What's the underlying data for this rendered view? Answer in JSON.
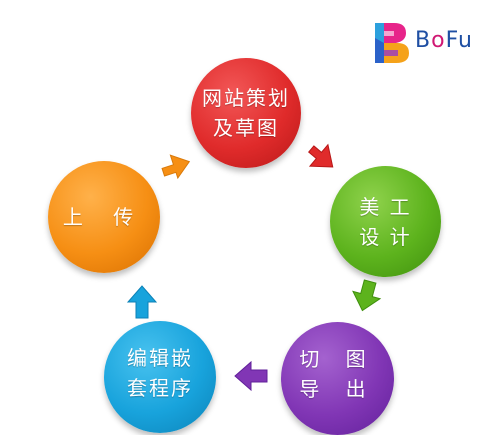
{
  "logo": {
    "text_prefix": "B",
    "text_o": "o",
    "text_suffix": "Fu"
  },
  "diagram": {
    "nodes": [
      {
        "id": "planning",
        "line1": "网站策划",
        "line2": "及草图",
        "color": "#e02b2b"
      },
      {
        "id": "design",
        "line1": "美 工",
        "line2": "设 计",
        "color": "#5db31d"
      },
      {
        "id": "slicing",
        "line1": "切 图",
        "line2": "导 出",
        "color": "#8136b5"
      },
      {
        "id": "coding",
        "line1": "编辑嵌",
        "line2": "套程序",
        "color": "#18a3dc"
      },
      {
        "id": "upload",
        "line1": "上 传",
        "line2": "",
        "color": "#f68f14"
      }
    ],
    "arrow_colors": {
      "to_planning": "#f68f14",
      "to_design": "#e02b2b",
      "to_slicing": "#5db31d",
      "to_coding": "#8136b5",
      "to_upload": "#18a3dc"
    }
  }
}
